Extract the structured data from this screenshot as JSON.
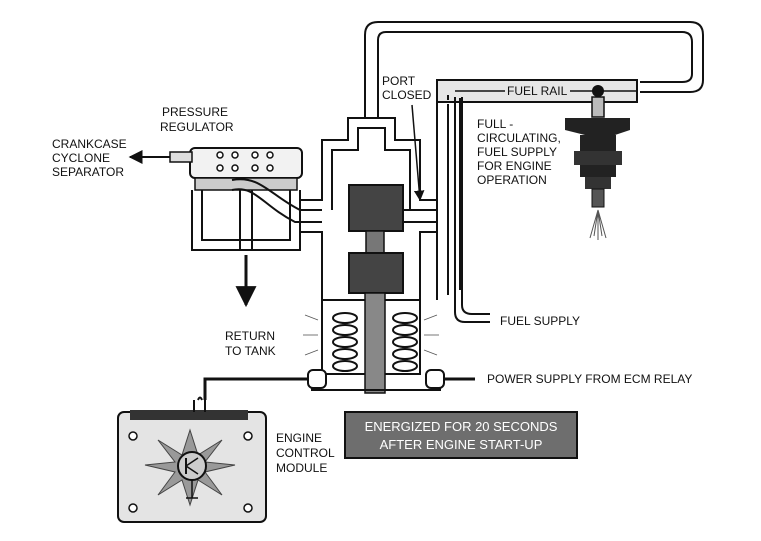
{
  "labels": {
    "port_closed_1": "PORT",
    "port_closed_2": "CLOSED",
    "fuel_rail": "FUEL RAIL",
    "pressure_regulator_1": "PRESSURE",
    "pressure_regulator_2": "REGULATOR",
    "crankcase_1": "CRANKCASE",
    "crankcase_2": "CYCLONE",
    "crankcase_3": "SEPARATOR",
    "full_circ_1": "FULL -",
    "full_circ_2": "CIRCULATING,",
    "full_circ_3": "FUEL SUPPLY",
    "full_circ_4": "FOR ENGINE",
    "full_circ_5": "OPERATION",
    "fuel_supply": "FUEL SUPPLY",
    "return_1": "RETURN",
    "return_2": "TO TANK",
    "power_supply": "POWER SUPPLY FROM ECM RELAY",
    "ecm_1": "ENGINE",
    "ecm_2": "CONTROL",
    "ecm_3": "MODULE"
  },
  "banner": {
    "line1": "ENERGIZED FOR 20 SECONDS",
    "line2": "AFTER ENGINE START-UP"
  },
  "colors": {
    "ink": "#111111",
    "banner_fill": "#6e6e6e",
    "body_gray": "#cfcfcf",
    "dark_metal": "#3a3a3a"
  }
}
